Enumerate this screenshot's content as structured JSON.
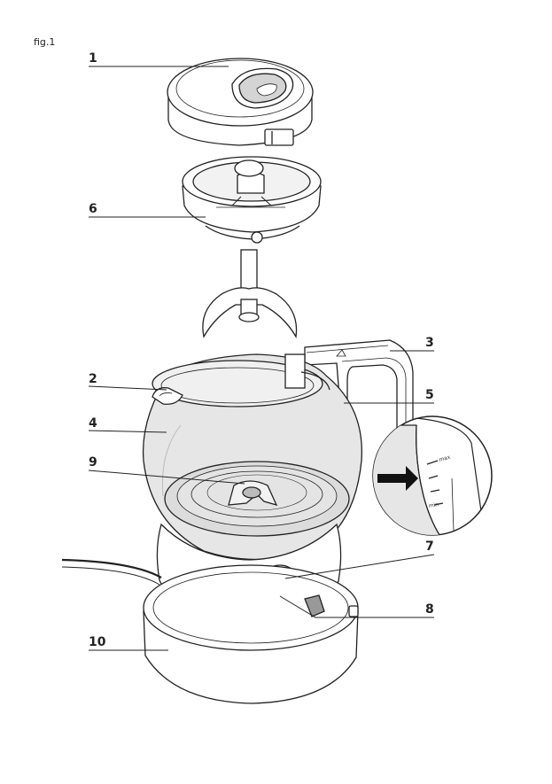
{
  "figure_label": "fig.1",
  "callouts": {
    "c1": "1",
    "c2": "2",
    "c3": "3",
    "c4": "4",
    "c5": "5",
    "c6": "6",
    "c7": "7",
    "c8": "8",
    "c9": "9",
    "c10": "10"
  },
  "inset": {
    "max_label": "max",
    "min_label": "min"
  },
  "colors": {
    "line": "#222222",
    "glass": "#e6e6e6",
    "glass_inner": "#d9d9d9",
    "arrow": "#111111"
  }
}
